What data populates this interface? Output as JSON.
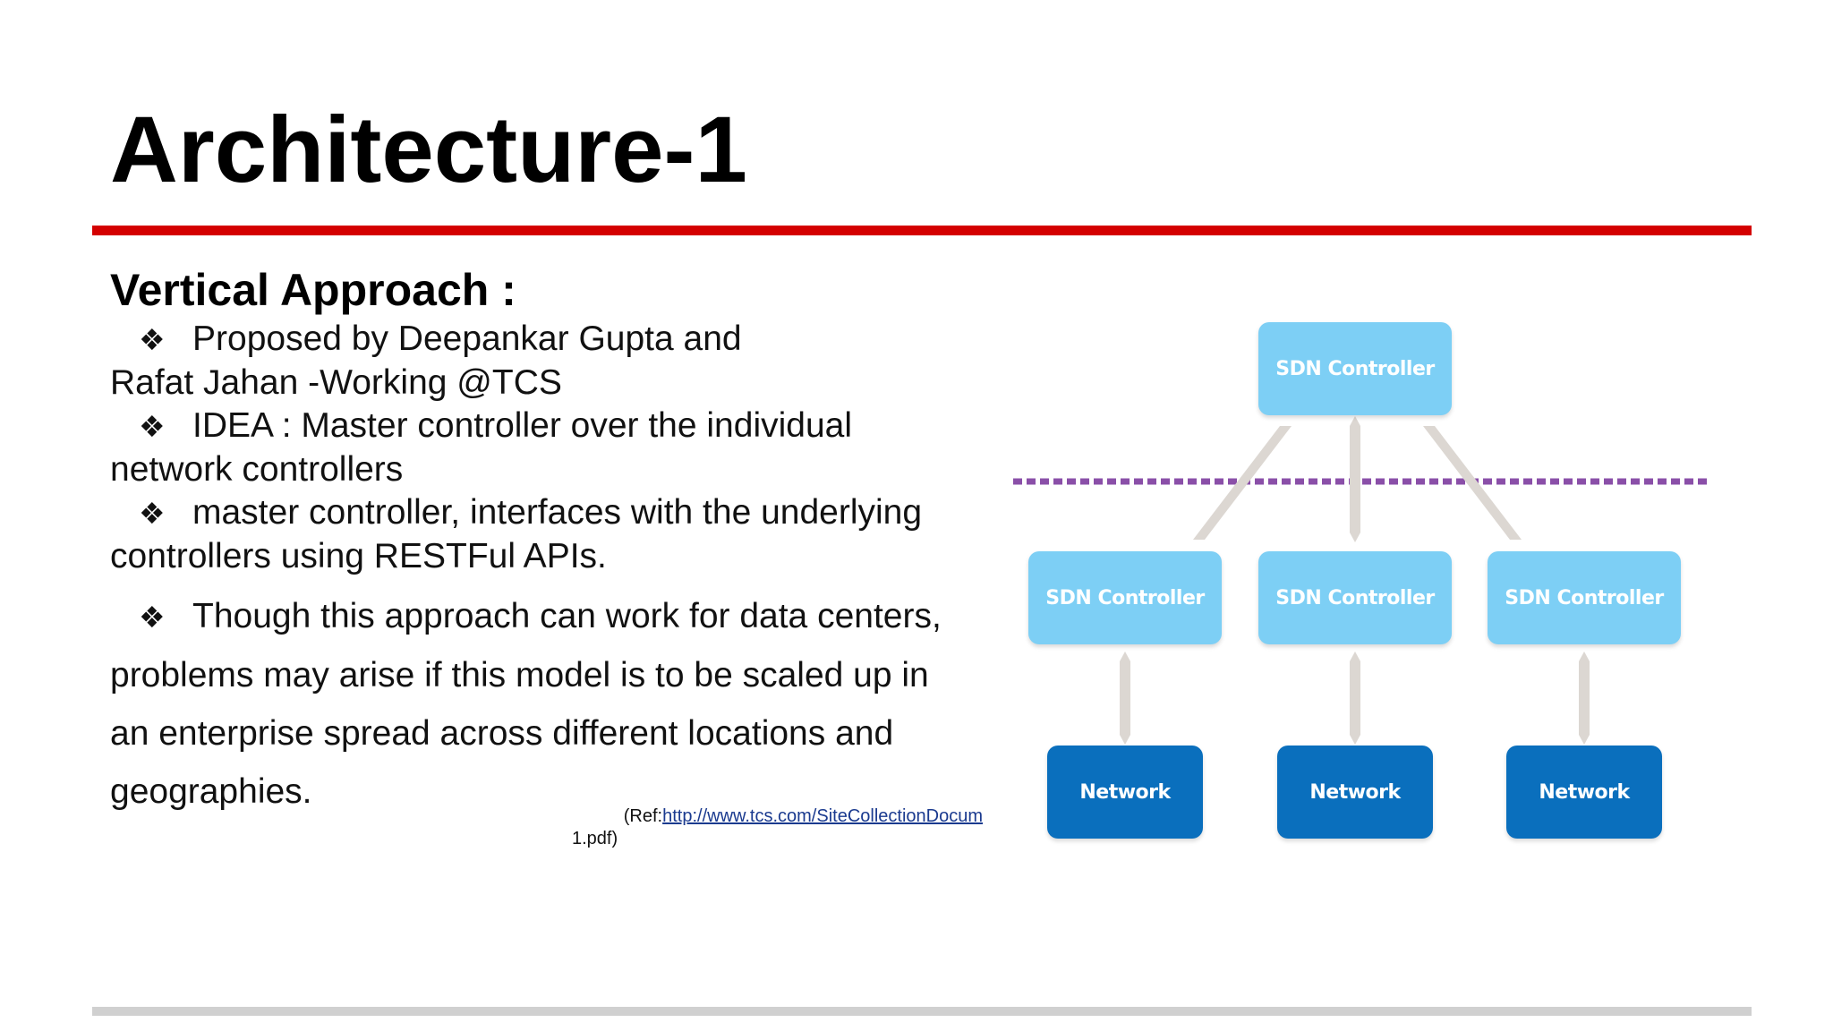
{
  "slide": {
    "title": "Architecture-1",
    "heading": "Vertical Approach :"
  },
  "bullets": [
    {
      "marker": "❖",
      "first_line": "Proposed by Deepankar Gupta and",
      "rest": "Rafat Jahan -Working @TCS"
    },
    {
      "marker": "❖",
      "first_line": "IDEA : Master controller over the individual",
      "rest": "network controllers"
    },
    {
      "marker": "❖",
      "first_line": "master controller, interfaces with the underlying",
      "rest": "controllers using RESTFul  APIs."
    },
    {
      "marker": "❖",
      "first_line": "Though this approach can work for data centers,",
      "rest_lines": [
        "problems may arise if this model is to be scaled up in",
        "an enterprise spread across different locations and",
        "geographies."
      ]
    }
  ],
  "reference": {
    "prefix": "(Ref:",
    "link_text": "http://www.tcs.com/SiteCollectionDocum",
    "continuation": "1.pdf)"
  },
  "diagram": {
    "top_controller": "SDN Controller",
    "controllers": [
      "SDN Controller",
      "SDN Controller",
      "SDN Controller"
    ],
    "networks": [
      "Network",
      "Network",
      "Network"
    ]
  },
  "colors": {
    "title_rule": "#d40000",
    "footer_rule": "#d0d0d0",
    "controller_fill": "#7dcff5",
    "network_fill": "#0a6fbd",
    "dashed_line": "#8a4fa8",
    "connector": "#dcd7d2",
    "link": "#1a3a8f"
  }
}
